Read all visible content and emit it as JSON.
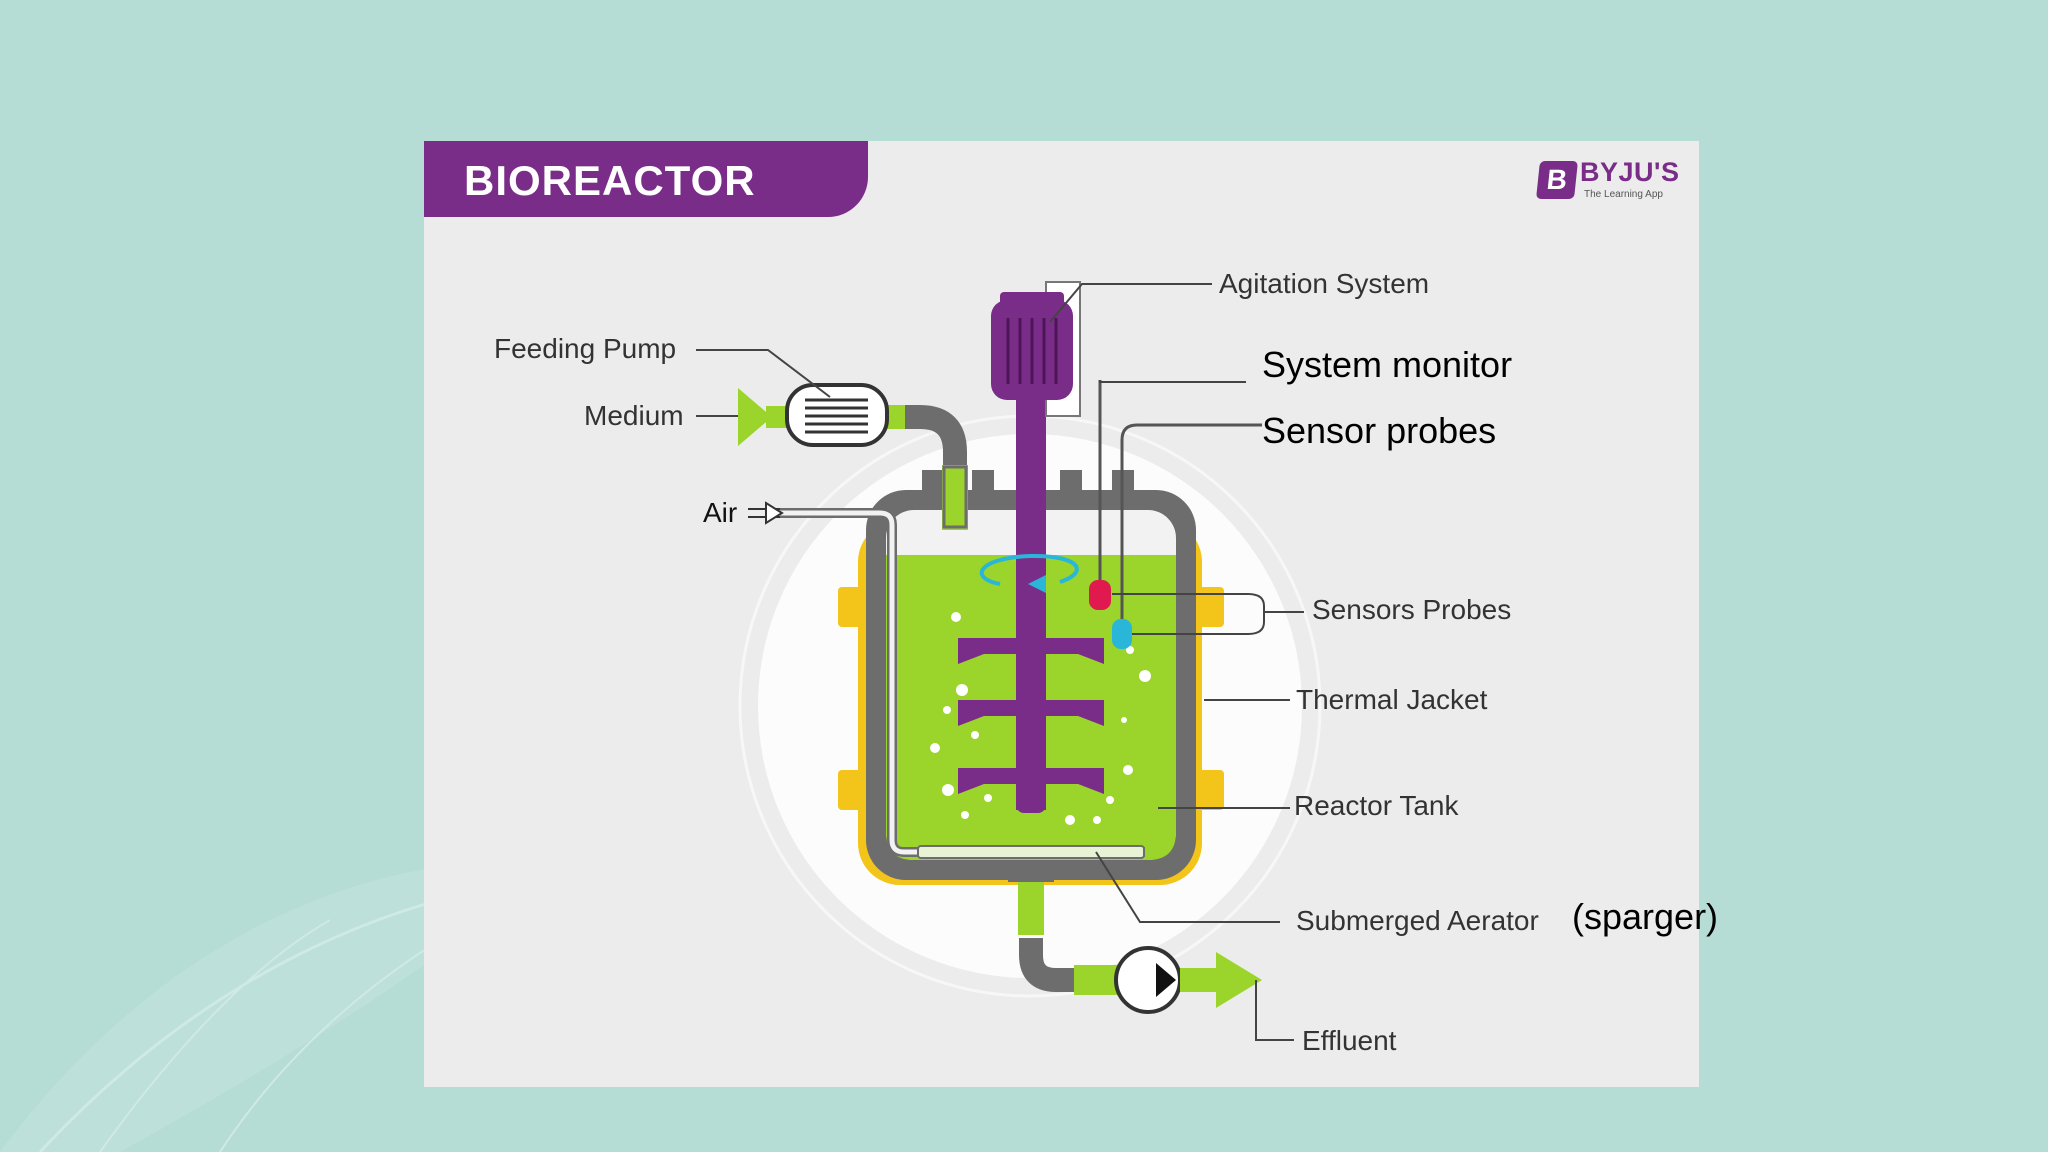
{
  "title": "BIOREACTOR",
  "brand": {
    "mark": "B",
    "name": "BYJU'S",
    "tagline": "The Learning App"
  },
  "labels": {
    "agitation_system": "Agitation System",
    "feeding_pump": "Feeding Pump",
    "medium": "Medium",
    "air": "Air",
    "system_monitor": "System monitor",
    "sensor_probes": "Sensor probes",
    "sensors_probes": "Sensors Probes",
    "thermal_jacket": "Thermal Jacket",
    "reactor_tank": "Reactor Tank",
    "submerged_aerator": "Submerged Aerator",
    "sparger": "(sparger)",
    "effluent": "Effluent"
  },
  "colors": {
    "background": "#b5dcd5",
    "card": "#ececec",
    "banner": "#7a2d88",
    "medium_green": "#9bd42a",
    "impeller_purple": "#7a2d88",
    "vessel_gray": "#6d6d6d",
    "jacket_yellow": "#f3c419",
    "probe_red": "#e01a4f",
    "probe_blue": "#29b6d9"
  },
  "icons": [
    "arrow-right-icon",
    "play-icon"
  ]
}
